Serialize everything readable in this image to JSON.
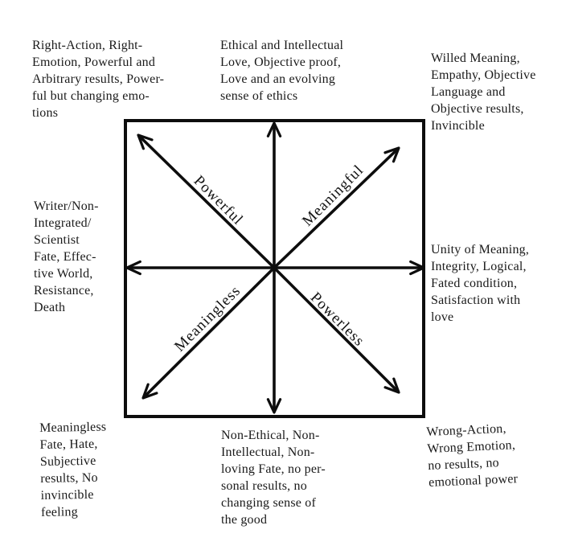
{
  "page": {
    "background": "#ffffff",
    "ink": "#0d0d0d",
    "text_color": "#1a1a1a"
  },
  "diagram": {
    "type": "quadrant-compass",
    "axis_labels": {
      "up_left": "Powerful",
      "up_right": "Meaningful",
      "down_left": "Meaningless",
      "down_right": "Powerless"
    },
    "annotations": {
      "top_left": "Right-Action, Right-\nEmotion, Powerful and\nArbitrary results, Power-\nful but changing emo-\ntions",
      "top_center": "Ethical and Intellectual\nLove, Objective proof,\nLove and an evolving\nsense of ethics",
      "top_right": "Willed Meaning,\nEmpathy, Objective\nLanguage and\nObjective results,\nInvincible",
      "middle_left": "Writer/Non-\nIntegrated/\nScientist\nFate, Effec-\ntive World,\nResistance,\nDeath",
      "middle_right": "Unity of Meaning,\nIntegrity, Logical,\nFated condition,\nSatisfaction with\nlove",
      "bottom_left": "Meaningless\nFate, Hate,\nSubjective\nresults, No\ninvincible\nfeeling",
      "bottom_center": "Non-Ethical, Non-\nIntellectual, Non-\nloving Fate, no per-\nsonal results, no\nchanging sense of\nthe good",
      "bottom_right": "Wrong-Action,\nWrong Emotion,\nno results, no\nemotional power"
    }
  }
}
